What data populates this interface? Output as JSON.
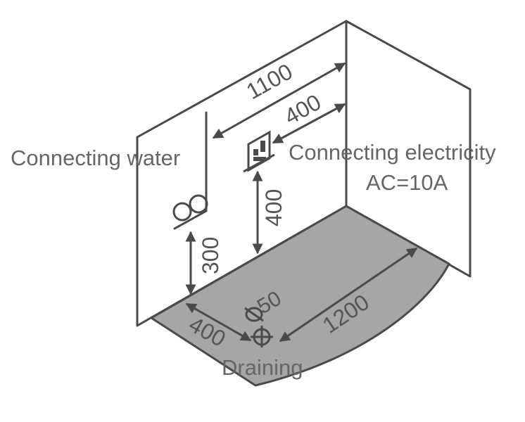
{
  "labels": {
    "water": "Connecting water",
    "electricity_line1": "Connecting electricity",
    "electricity_line2": "AC=10A",
    "draining": "Draining"
  },
  "dimensions": {
    "wall_width": "1100",
    "socket_offset": "400",
    "socket_height": "400",
    "water_height": "300",
    "drain_offset": "400",
    "floor_length": "1200",
    "drain_diameter": "50"
  },
  "colors": {
    "line": "#4a4a4a",
    "floor": "#a6a6a6",
    "text": "#666666"
  },
  "icons": [
    "socket-icon",
    "water-outlet-icon",
    "drain-icon",
    "diameter-icon"
  ]
}
